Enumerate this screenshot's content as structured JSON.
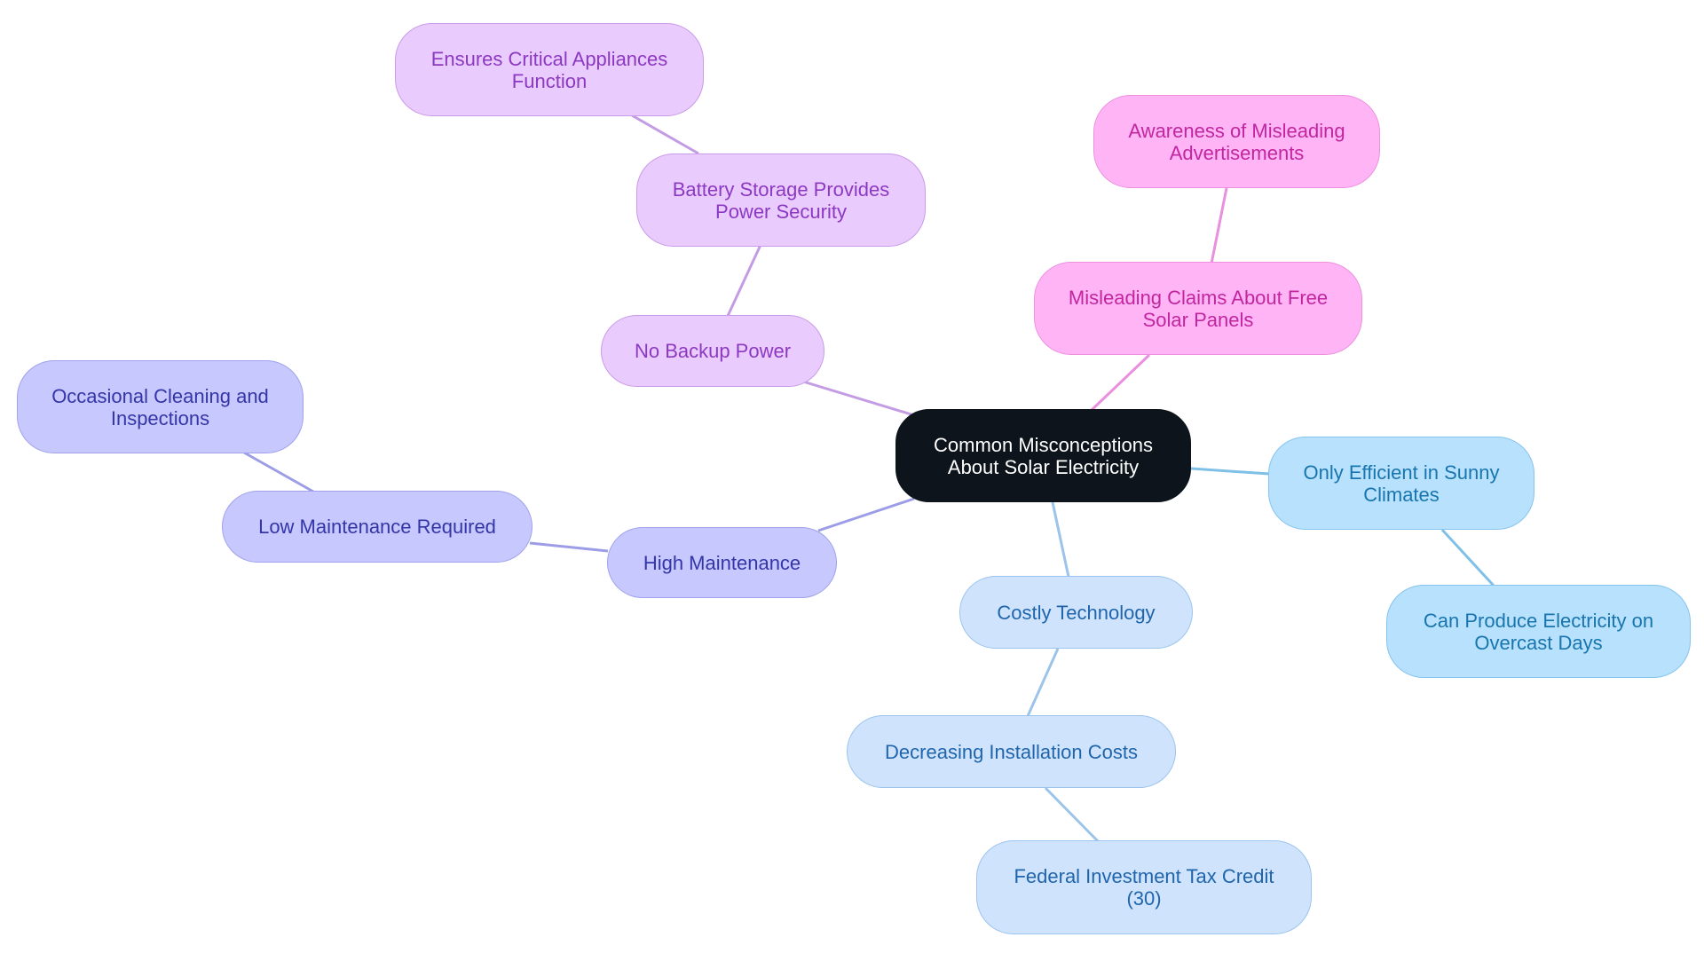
{
  "colors": {
    "root_fill": "#0d141b",
    "purple_edge": "#c39ce3",
    "pink_edge": "#e98fdd",
    "indigo_edge": "#9c9de6",
    "sky_edge": "#7fc0e6",
    "pale_edge": "#9cc4ea"
  },
  "root": {
    "label": "Common Misconceptions About Solar Electricity"
  },
  "branches": {
    "backup": {
      "label": "No Backup Power",
      "child": {
        "label": "Battery Storage Provides Power Security"
      },
      "grandchild": {
        "label": "Ensures Critical Appliances Function"
      }
    },
    "free_panels": {
      "label": "Misleading Claims About Free Solar Panels",
      "child": {
        "label": "Awareness of Misleading Advertisements"
      }
    },
    "maintenance": {
      "label": "High Maintenance",
      "child": {
        "label": "Low Maintenance Required"
      },
      "grandchild": {
        "label": "Occasional Cleaning and Inspections"
      }
    },
    "sunny": {
      "label": "Only Efficient in Sunny Climates",
      "child": {
        "label": "Can Produce Electricity on Overcast Days"
      }
    },
    "cost": {
      "label": "Costly Technology",
      "child": {
        "label": "Decreasing Installation Costs"
      },
      "grandchild": {
        "label": "Federal Investment Tax Credit (30)"
      }
    }
  }
}
